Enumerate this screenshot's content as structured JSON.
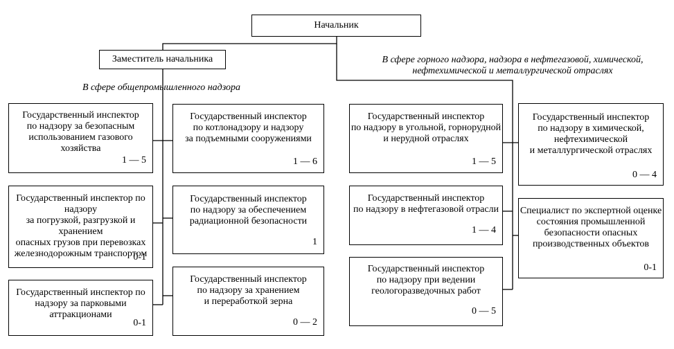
{
  "chief": "Начальник",
  "deputy": "Заместитель начальника",
  "branch_labels": {
    "general": "В сфере общепромышленного надзора",
    "mining": "В сфере горного надзора, надзора в нефтегазовой, химической,\nнефтехимической и металлургической отраслях"
  },
  "boxes": {
    "gas": {
      "text": "Государственный инспектор\nпо надзору за безопасным\nиспользованием газового хозяйства",
      "count": "1 — 5"
    },
    "cargo": {
      "text": "Государственный инспектор по надзору\nза погрузкой, разгрузкой и хранением\nопасных грузов при перевозках\nжелезнодорожным транспортом",
      "count": "0-1"
    },
    "parks": {
      "text": "Государственный инспектор по\nнадзору за парковыми аттракционами",
      "count": "0-1"
    },
    "boiler": {
      "text": "Государственный инспектор\nпо котлонадзору и надзору\nза подъемными сооружениями",
      "count": "1 — 6"
    },
    "radiation": {
      "text": "Государственный инспектор\nпо надзору за обеспечением\nрадиационной безопасности",
      "count": "1"
    },
    "grain": {
      "text": "Государственный инспектор\nпо надзору за хранением\nи переработкой зерна",
      "count": "0 — 2"
    },
    "coal": {
      "text": "Государственный инспектор\nпо надзору в угольной, горнорудной\nи нерудной отраслях",
      "count": "1 — 5"
    },
    "oilgas": {
      "text": "Государственный инспектор\nпо надзору в нефтегазовой отрасли",
      "count": "1 — 4"
    },
    "geology": {
      "text": "Государственный инспектор\nпо надзору при ведении\nгеологоразведочных работ",
      "count": "0 — 5"
    },
    "chemical": {
      "text": "Государственный инспектор\nпо надзору в химической,\nнефтехимической\nи металлургической отраслях",
      "count": "0 — 4"
    },
    "expert": {
      "text": "Специалист по экспертной оценке\nсостояния промышленной\nбезопасности опасных\nпроизводственных объектов",
      "count": "0-1"
    }
  }
}
